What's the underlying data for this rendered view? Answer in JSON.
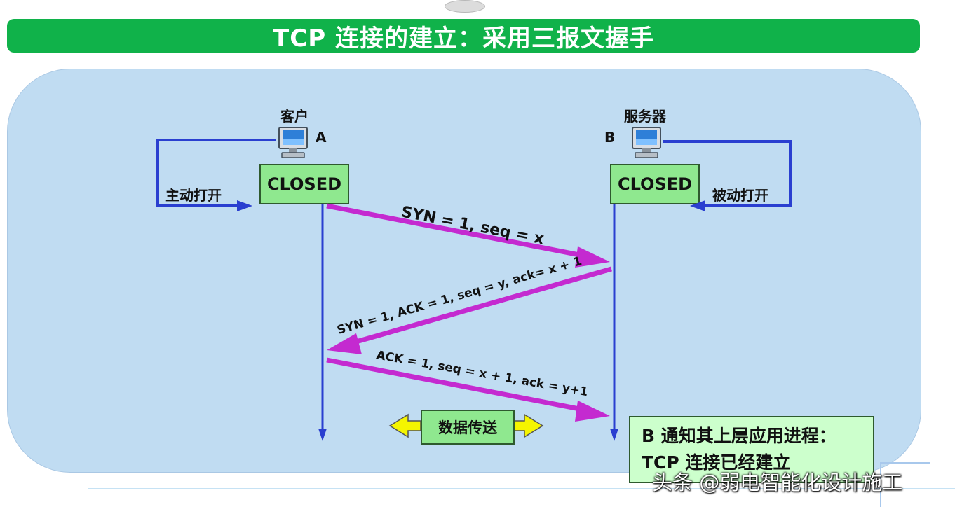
{
  "title": "TCP 连接的建立：采用三报文握手",
  "client": {
    "role_label": "客户",
    "id_label": "A",
    "state": "CLOSED",
    "open_label": "主动打开"
  },
  "server": {
    "role_label": "服务器",
    "id_label": "B",
    "state": "CLOSED",
    "open_label": "被动打开"
  },
  "messages": {
    "syn": "SYN = 1, seq = x",
    "syn_ack": "SYN = 1, ACK = 1, seq = y, ack= x + 1",
    "ack": "ACK = 1, seq = x + 1, ack = y+1"
  },
  "data_transfer_label": "数据传送",
  "notify": {
    "line1": "B 通知其上层应用进程：",
    "line2": "TCP 连接已经建立"
  },
  "watermark": "头条 @弱电智能化设计施工",
  "colors": {
    "title_bg": "#10b24a",
    "panel_bg": "#c0dcf2",
    "state_box": "#8fe88f",
    "message_arrow": "#c42ad0",
    "timeline": "#2a3fd0",
    "data_arrow": "#f5f500"
  }
}
